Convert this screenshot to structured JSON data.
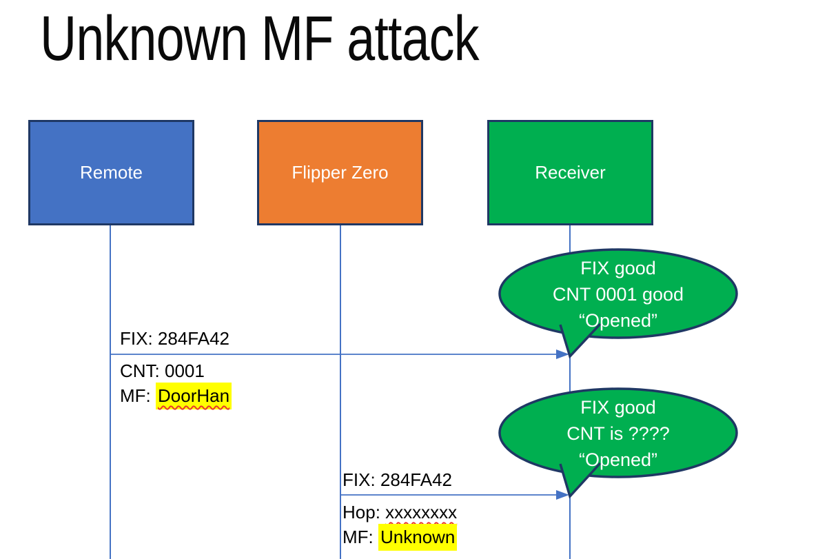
{
  "slide": {
    "title": "Unknown MF attack"
  },
  "actors": [
    {
      "label": "Remote",
      "color": "#4472C4"
    },
    {
      "label": "Flipper Zero",
      "color": "#ED7D31"
    },
    {
      "label": "Receiver",
      "color": "#00AF50"
    }
  ],
  "messages": [
    {
      "label_above": "FIX: 284FA42",
      "label_below_1": "CNT: 0001",
      "label_below_2_prefix": "MF: ",
      "label_below_2_value": "DoorHan"
    },
    {
      "label_above": "FIX: 284FA42",
      "label_below_1_prefix": "Hop: ",
      "label_below_1_value": "xxxxxxxx",
      "label_below_2_prefix": "MF: ",
      "label_below_2_value": "Unknown"
    }
  ],
  "callouts": [
    {
      "line1": "FIX good",
      "line2": "CNT 0001 good",
      "line3": "“Opened”"
    },
    {
      "line1": "FIX good",
      "line2": "CNT is ????",
      "line3": "“Opened”"
    }
  ],
  "colors": {
    "actor_blue": "#4472C4",
    "actor_orange": "#ED7D31",
    "actor_green": "#00AF50",
    "callout_green": "#00AF50",
    "outline_navy": "#1F3864",
    "line_blue": "#4472C4",
    "highlight_yellow": "#FFFF00",
    "squiggle_red": "#E8352E",
    "title_black": "#0a0a0a",
    "bubble_text_white": "#ffffff"
  }
}
